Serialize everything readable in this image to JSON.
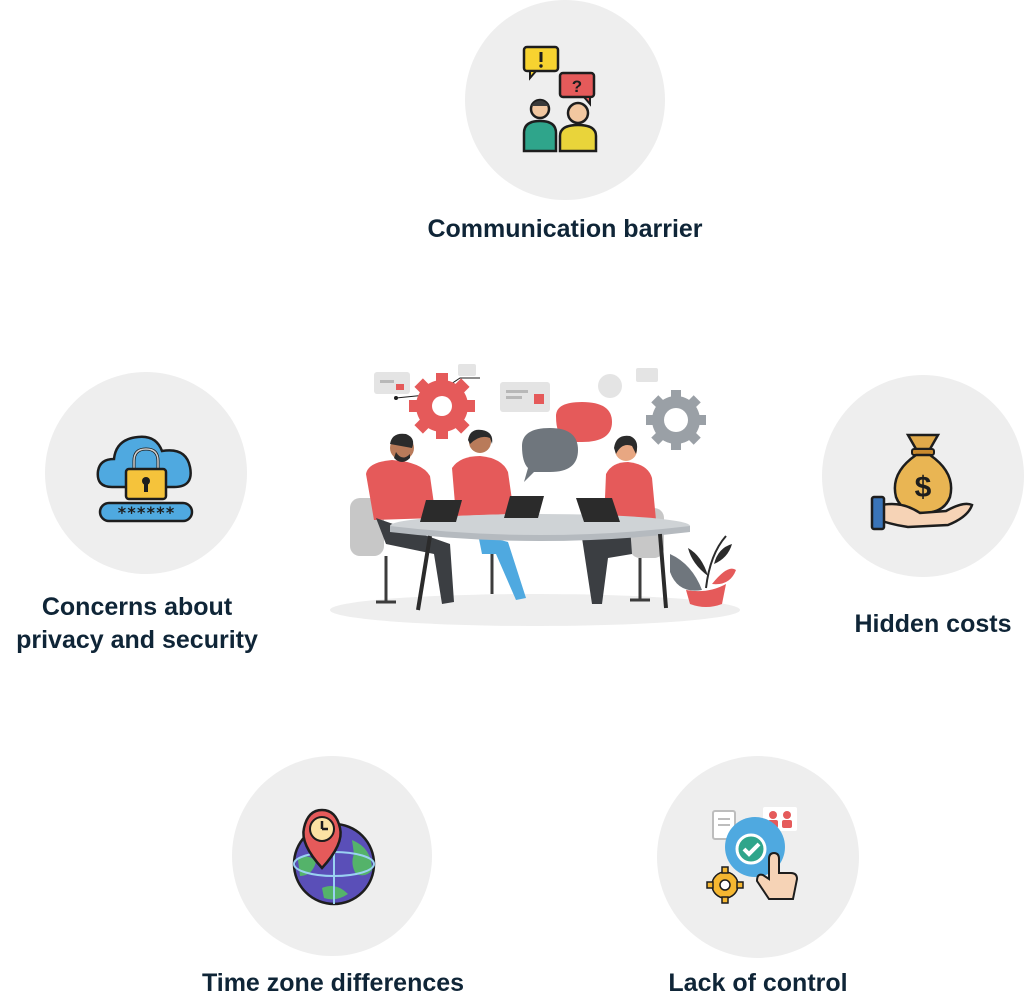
{
  "items": {
    "communication": {
      "label": "Communication barrier",
      "icon": "people-speech-icon"
    },
    "privacy": {
      "label_line1": "Concerns about",
      "label_line2": "privacy and security",
      "icon": "cloud-lock-password-icon"
    },
    "costs": {
      "label": "Hidden costs",
      "icon": "hand-money-bag-icon"
    },
    "timezone": {
      "label": "Time zone differences",
      "icon": "globe-clock-pin-icon"
    },
    "control": {
      "label": "Lack of control",
      "icon": "hand-check-gear-icon"
    }
  },
  "center_illustration": {
    "icon": "team-meeting-illustration"
  },
  "colors": {
    "circle_bg": "#eeeeee",
    "text": "#0f2537",
    "accent_red": "#e55a5a",
    "accent_blue": "#4fa9e0"
  }
}
